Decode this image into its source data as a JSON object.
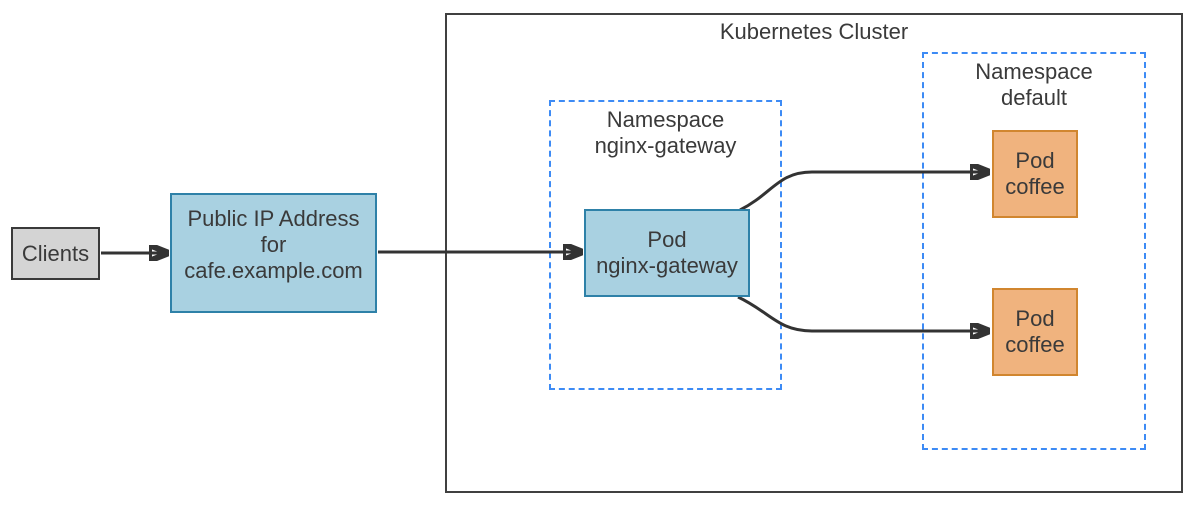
{
  "cluster": {
    "title": "Kubernetes Cluster"
  },
  "namespaces": {
    "nginx_gateway": {
      "label": "Namespace\nnginx-gateway",
      "border_color": "#3d8bf5"
    },
    "default": {
      "label": "Namespace\ndefault",
      "border_color": "#3d8bf5"
    }
  },
  "nodes": {
    "clients": {
      "label": "Clients",
      "fill": "#d4d4d4",
      "border_color": "#3a3a3a"
    },
    "public_ip": {
      "label": "Public IP Address\nfor\ncafe.example.com",
      "fill": "#a9d1e1",
      "border_color": "#2e81a8"
    },
    "pod_nginx_gateway": {
      "label": "Pod\nnginx-gateway",
      "fill": "#a9d1e1",
      "border_color": "#2e81a8"
    },
    "pod_coffee_top": {
      "label": "Pod\ncoffee",
      "fill": "#f0b37e",
      "border_color": "#d1862f"
    },
    "pod_coffee_bottom": {
      "label": "Pod\ncoffee",
      "fill": "#f0b37e",
      "border_color": "#d1862f"
    }
  },
  "connections": [
    {
      "from": "clients",
      "to": "public_ip"
    },
    {
      "from": "public_ip",
      "to": "pod_nginx_gateway"
    },
    {
      "from": "pod_nginx_gateway",
      "to": "pod_coffee_top"
    },
    {
      "from": "pod_nginx_gateway",
      "to": "pod_coffee_bottom"
    }
  ],
  "colors": {
    "arrow": "#333333",
    "text": "#3a3a3a",
    "cluster_border": "#404040",
    "background": "#ffffff"
  }
}
